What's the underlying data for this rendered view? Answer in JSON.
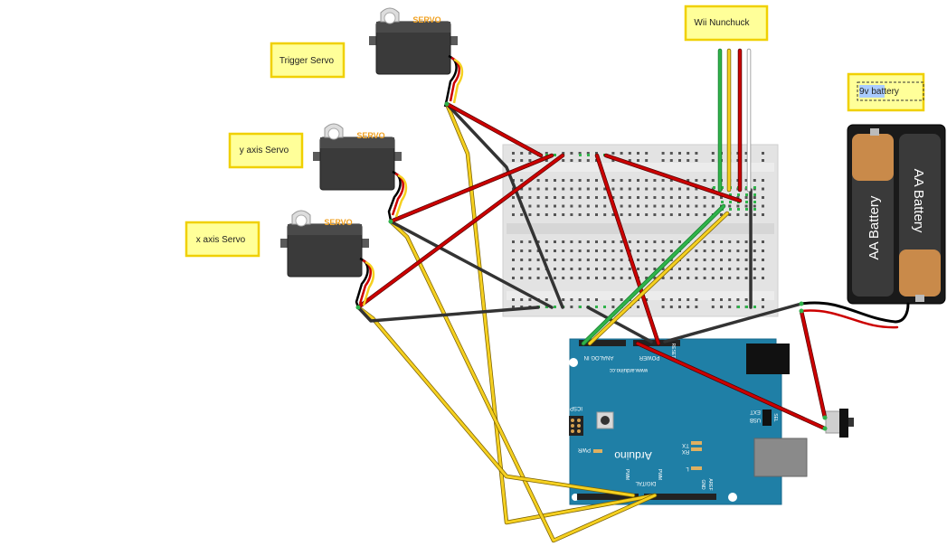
{
  "labels": {
    "trigger_servo": "Trigger Servo",
    "y_axis_servo": "y axis Servo",
    "x_axis_servo": "x axis  Servo",
    "wii_nunchuck": "Wii Nunchuck",
    "battery_label": "9v battery"
  },
  "servo_brand": "SERVO",
  "battery_cell_text": "AA Battery",
  "arduino": {
    "logo": "Arduino",
    "url": "www.arduino.cc",
    "analog_in": "ANALOG IN",
    "power": "POWER",
    "reset": "RESET",
    "digital": "DIGITAL",
    "icsp": "ICSP",
    "pwr": "PWR",
    "tx": "TX",
    "rx": "RX",
    "l": "L",
    "usb": "USB",
    "ext": "EXT",
    "sel": "SEL",
    "aref": "AREF",
    "gnd": "GND",
    "pwm": "PWM"
  },
  "colors": {
    "label_fill": "#ffff99",
    "label_border": "#f0d000",
    "wire_red": "#cc0000",
    "wire_black": "#333333",
    "wire_yellow": "#f5d020",
    "wire_green": "#2fb34a",
    "wire_white": "#ffffff",
    "arduino_blue": "#1f7fa6",
    "servo_body": "#3a3a3a",
    "servo_brand": "#f0a020",
    "breadboard": "#e6e6e6"
  }
}
